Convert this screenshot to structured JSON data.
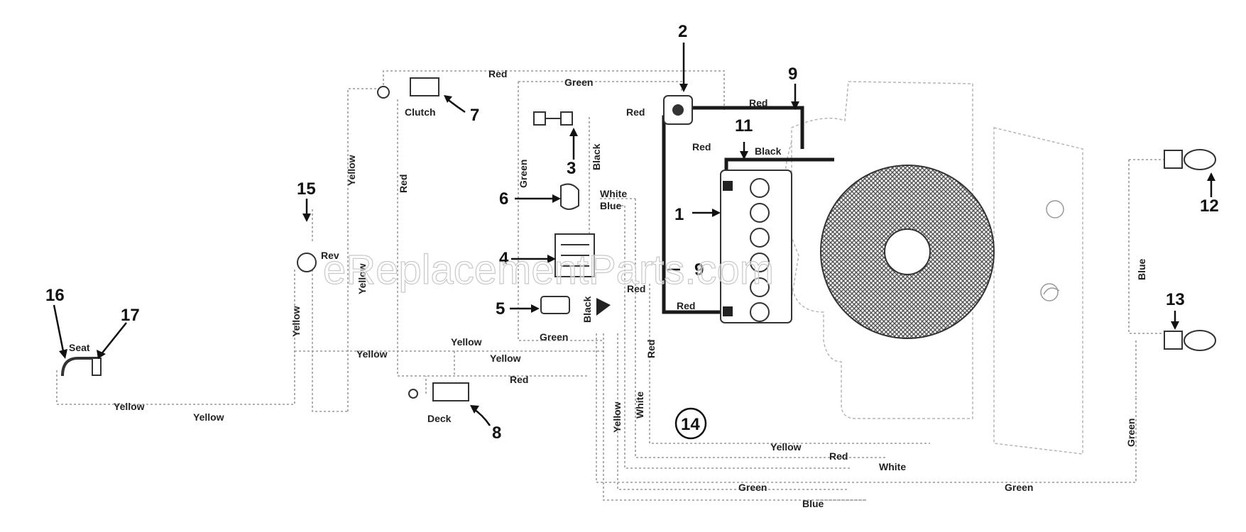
{
  "watermark": "eReplacementParts.com",
  "callouts": {
    "n1": "1",
    "n2": "2",
    "n3": "3",
    "n4": "4",
    "n5": "5",
    "n6": "6",
    "n7": "7",
    "n8": "8",
    "n9a": "9",
    "n9b": "9",
    "n11": "11",
    "n12": "12",
    "n13": "13",
    "n14": "14",
    "n15": "15",
    "n16": "16",
    "n17": "17"
  },
  "component_labels": {
    "clutch": "Clutch",
    "deck": "Deck",
    "seat": "Seat",
    "rev": "Rev"
  },
  "wire_labels": {
    "red_top": "Red",
    "green_top": "Green",
    "red_sol_left": "Red",
    "red_sol_below": "Red",
    "red_top_right": "Red",
    "black_3": "Black",
    "green_left": "Green",
    "white_6": "White",
    "blue_6": "Blue",
    "red_vert": "Red",
    "yellow_vert_upper": "Yellow",
    "yellow_vert_15": "Yellow",
    "yellow_vert_mid": "Yellow",
    "black_11": "Black",
    "red_5": "Red",
    "black_5": "Black",
    "red_bottom_batt": "Red",
    "green_box": "Green",
    "yellow_a": "Yellow",
    "yellow_b": "Yellow",
    "yellow_c": "Yellow",
    "yellow_bottom_left1": "Yellow",
    "yellow_bottom_left2": "Yellow",
    "red_deck": "Red",
    "yellow_vert_low": "Yellow",
    "white_vert": "White",
    "red_vert_right": "Red",
    "yellow_bus": "Yellow",
    "red_bus": "Red",
    "white_bus": "White",
    "green_bus1": "Green",
    "green_bus2": "Green",
    "blue_bus": "Blue",
    "blue_right": "Blue",
    "green_right": "Green"
  },
  "colors": {
    "heavy_wire": "#1a1a1a",
    "light_wire": "#9a9a9a",
    "stator_fill": "#7a7a7a"
  }
}
